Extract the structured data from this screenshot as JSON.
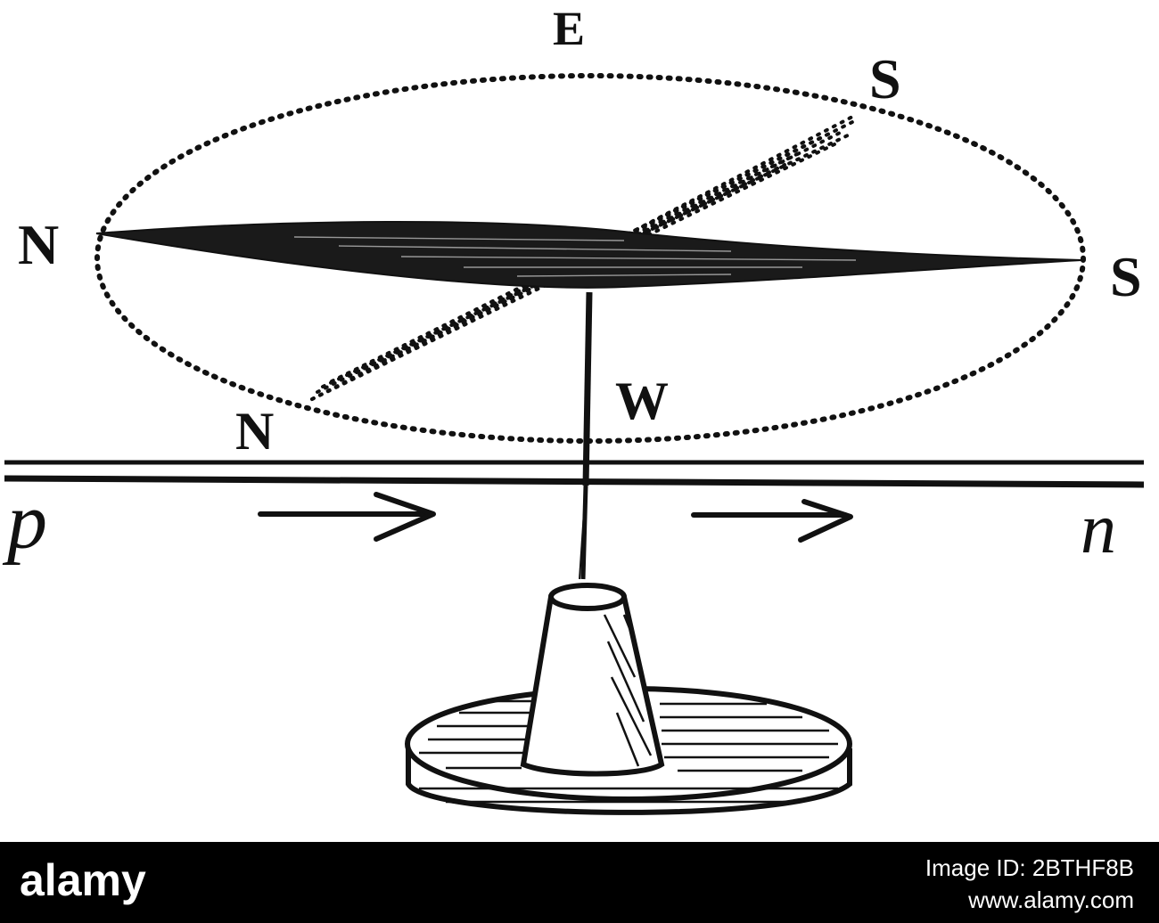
{
  "diagram": {
    "labels": {
      "east": "E",
      "north_left": "N",
      "north_lower": "N",
      "south_upper": "S",
      "south_right": "S",
      "west": "W",
      "wire_p": "p",
      "wire_n": "n"
    }
  },
  "watermark": {
    "logo": "alamy",
    "image_id": "Image ID: 2BTHF8B",
    "url": "www.alamy.com"
  },
  "colors": {
    "ink": "#111111",
    "paper": "#ffffff",
    "footer_bg": "#000000",
    "footer_text": "#ffffff"
  }
}
